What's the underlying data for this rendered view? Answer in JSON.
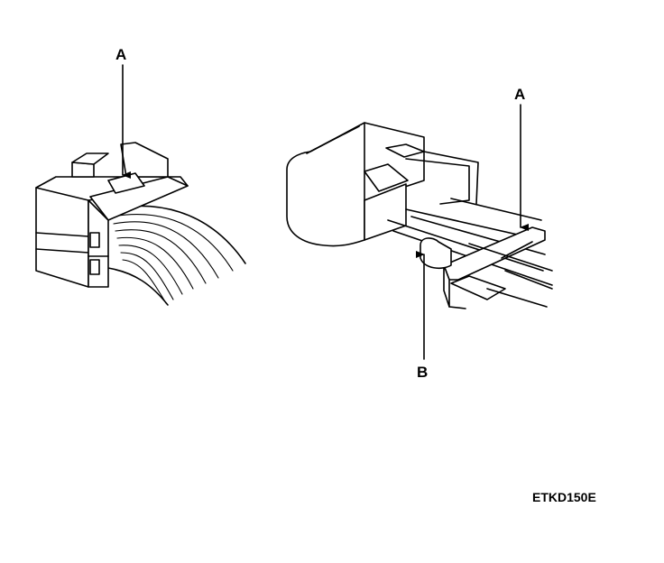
{
  "labels": {
    "left_a": "A",
    "right_a": "A",
    "right_b": "B"
  },
  "figure_code": "ETKD150E"
}
